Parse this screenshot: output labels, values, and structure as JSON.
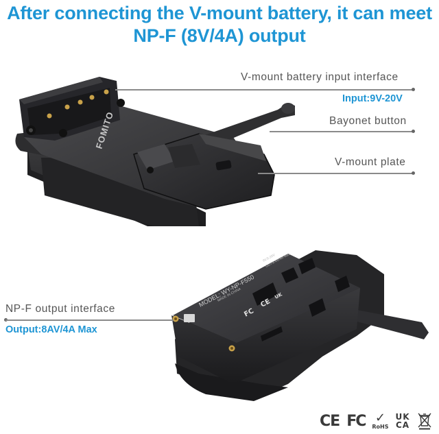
{
  "headline": {
    "line1": "After connecting the V-mount battery, it can meet",
    "line2": "NP-F (8V/4A) output",
    "color": "#1e95d4"
  },
  "callouts": {
    "input_interface": {
      "label": "V-mount battery input interface",
      "spec": "Input:9V-20V"
    },
    "bayonet_button": {
      "label": "Bayonet button"
    },
    "vmount_plate": {
      "label": "V-mount plate"
    },
    "output_interface": {
      "label": "NP-F output interface",
      "spec": "Output:8AV/4A Max"
    }
  },
  "product_top": {
    "brand_print": "FOMITO"
  },
  "product_bottom": {
    "model_print": "MODEL: WY-NP-F550",
    "origin_print": "MADE IN CHINA",
    "rating_print_1": "IN:9-20V",
    "rating_print_2": "OUT:8.4V/4A Max",
    "markings": [
      "FC",
      "CE",
      "UK CA",
      "WEEE",
      "RoHS"
    ]
  },
  "certifications": {
    "ce": "CE",
    "fcc": "FC",
    "rohs_check": "✓",
    "rohs_label": "RoHS",
    "ukca_line1": "UK",
    "ukca_line2": "CA",
    "weee": "weee-bin-icon"
  }
}
